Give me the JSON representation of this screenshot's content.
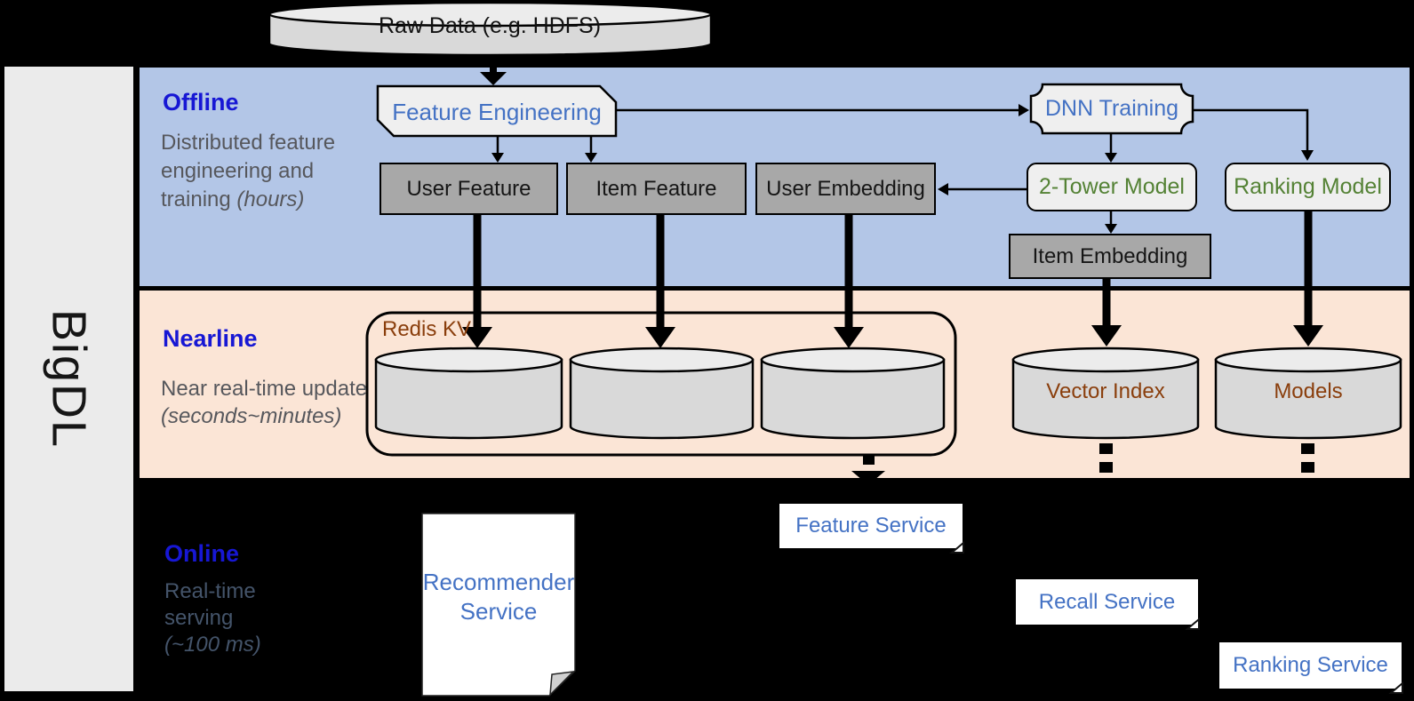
{
  "colors": {
    "background": "#000000",
    "sidebar_bg": "#ebebeb",
    "offline_band": "#b3c6e7",
    "nearline_band": "#fbe5d6",
    "section_label_blue": "#1717d4",
    "description_gray": "#56575c",
    "box_gray_fill": "#a8a8a8",
    "box_light_fill": "#efefef",
    "flow_text_blue": "#4472c4",
    "model_text_green": "#548235",
    "storage_text_brown": "#8a3e0c",
    "cylinder_body": "#d9d9d9",
    "cylinder_top": "#ececec"
  },
  "sidebar": {
    "label": "BigDL"
  },
  "raw_data": {
    "label": "Raw Data (e.g. HDFS)"
  },
  "offline": {
    "label": "Offline",
    "description": "Distributed feature engineering and training ",
    "description_italic": "(hours)",
    "boxes": {
      "feature_engineering": "Feature Engineering",
      "dnn_training": "DNN Training",
      "user_feature": "User Feature",
      "item_feature": "Item Feature",
      "user_embedding": "User Embedding",
      "two_tower_model": "2-Tower Model",
      "ranking_model": "Ranking Model",
      "item_embedding": "Item Embedding"
    }
  },
  "nearline": {
    "label": "Nearline",
    "description": "Near real-time update",
    "description_italic": "(seconds~minutes)",
    "redis_kv": "Redis KV",
    "vector_index": "Vector Index",
    "models": "Models"
  },
  "online": {
    "label": "Online",
    "description": "Real-time serving",
    "description_italic": "(~100 ms)",
    "recommender_service": "Recommender Service",
    "feature_service": "Feature Service",
    "recall_service": "Recall Service",
    "ranking_service": "Ranking Service"
  }
}
